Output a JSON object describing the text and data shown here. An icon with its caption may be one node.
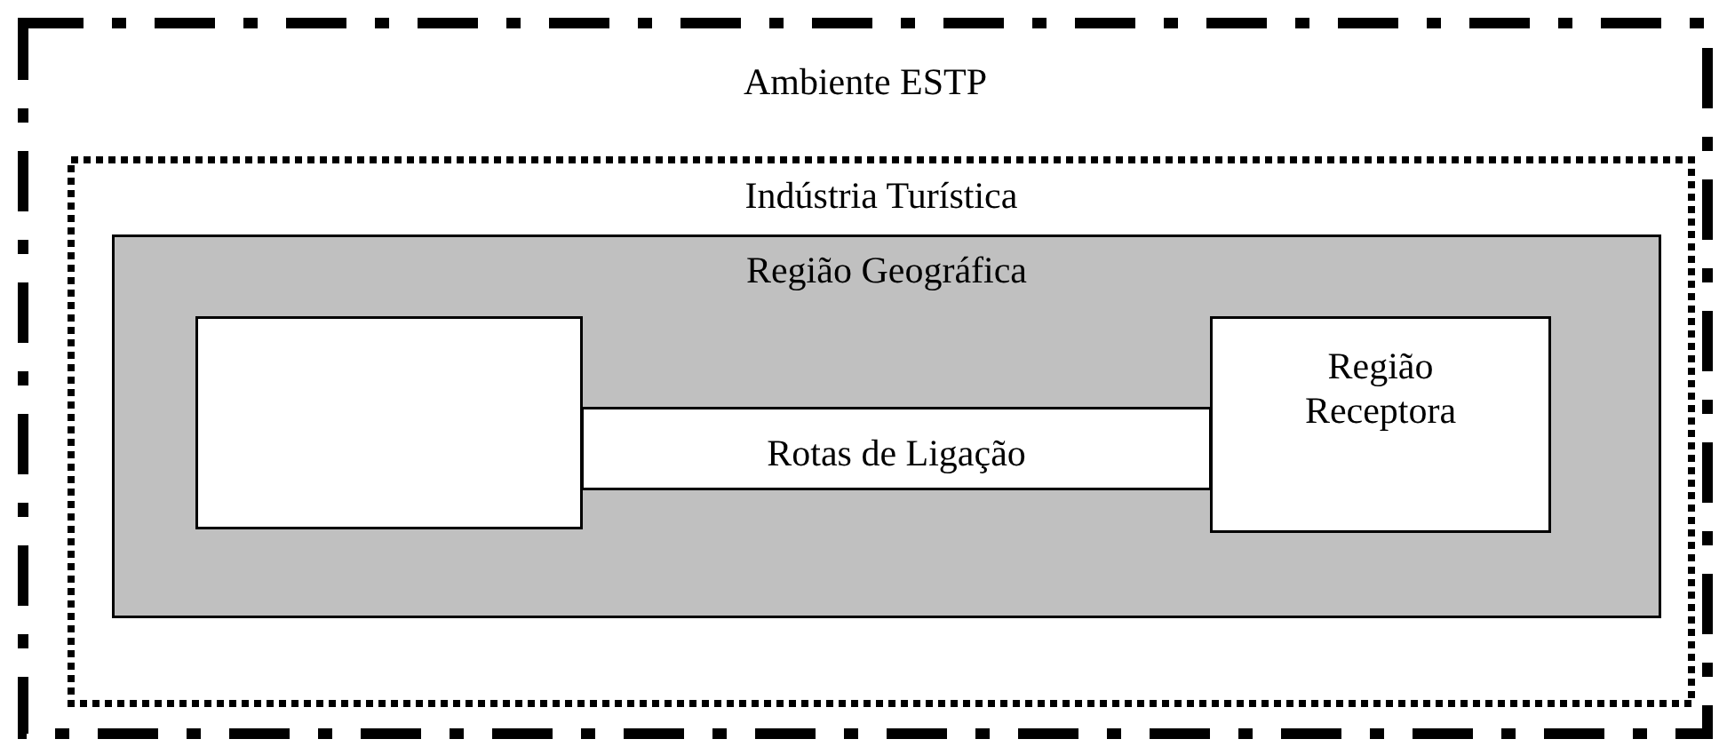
{
  "diagram": {
    "nodes": [
      {
        "text": [
          "Ambiente ESTP"
        ]
      },
      {
        "text": [
          "Indústria Turística"
        ],
        "in": 0
      },
      {
        "text": [
          "Região Geográfica"
        ],
        "in": 1
      },
      {
        "text": [],
        "shape": "box",
        "in": 2
      },
      {
        "text": [
          "Rotas de Ligação"
        ],
        "in": 2
      },
      {
        "text": [
          "Região Receptora"
        ],
        "in": 2
      }
    ]
  }
}
